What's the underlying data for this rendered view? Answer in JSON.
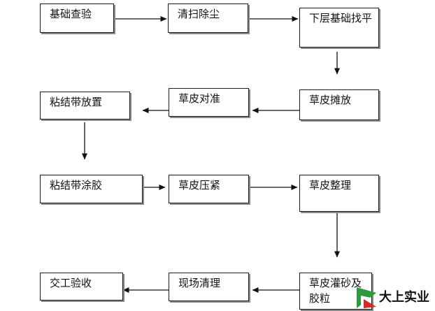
{
  "steps": {
    "s1": "基础查验",
    "s2": "清扫除尘",
    "s3": "下层基础找平",
    "s4": "草皮摊放",
    "s5": "草皮对准",
    "s6": "粘结带放置",
    "s7": "粘结带涂胶",
    "s8": "草皮压紧",
    "s9": "草皮整理",
    "s10": "草皮灌砂及胶粒",
    "s11": "现场清理",
    "s12": "交工验收"
  },
  "logo": {
    "text": "大上实业",
    "colors": {
      "green": "#2e9a3c",
      "red": "#d42a2a"
    }
  }
}
